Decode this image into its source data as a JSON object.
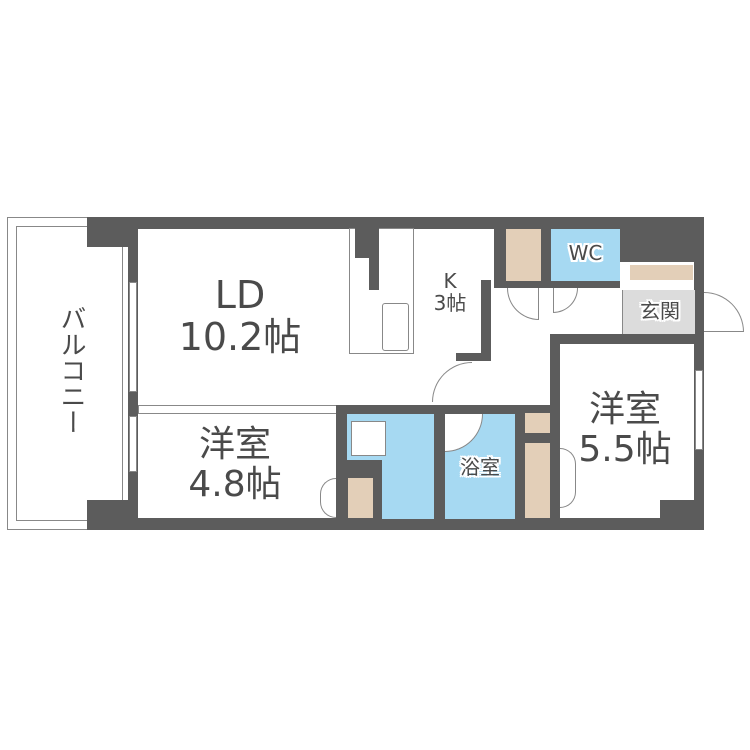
{
  "floorplan": {
    "rooms": {
      "balcony": {
        "label": "バルコニー"
      },
      "ld": {
        "name": "LD",
        "size": "10.2帖"
      },
      "kitchen": {
        "name": "K",
        "size": "3帖"
      },
      "western_room_1": {
        "name": "洋室",
        "size": "4.8帖"
      },
      "western_room_2": {
        "name": "洋室",
        "size": "5.5帖"
      },
      "bath": {
        "label": "浴室"
      },
      "toilet": {
        "label": "WC"
      },
      "entrance": {
        "label": "玄関"
      }
    },
    "colors": {
      "wall": "#5c5c5c",
      "storage": "#e3cfb8",
      "wet_area": "#a6d9f2",
      "entrance_floor": "#dcdcdc",
      "text": "#4a4a4a"
    }
  }
}
